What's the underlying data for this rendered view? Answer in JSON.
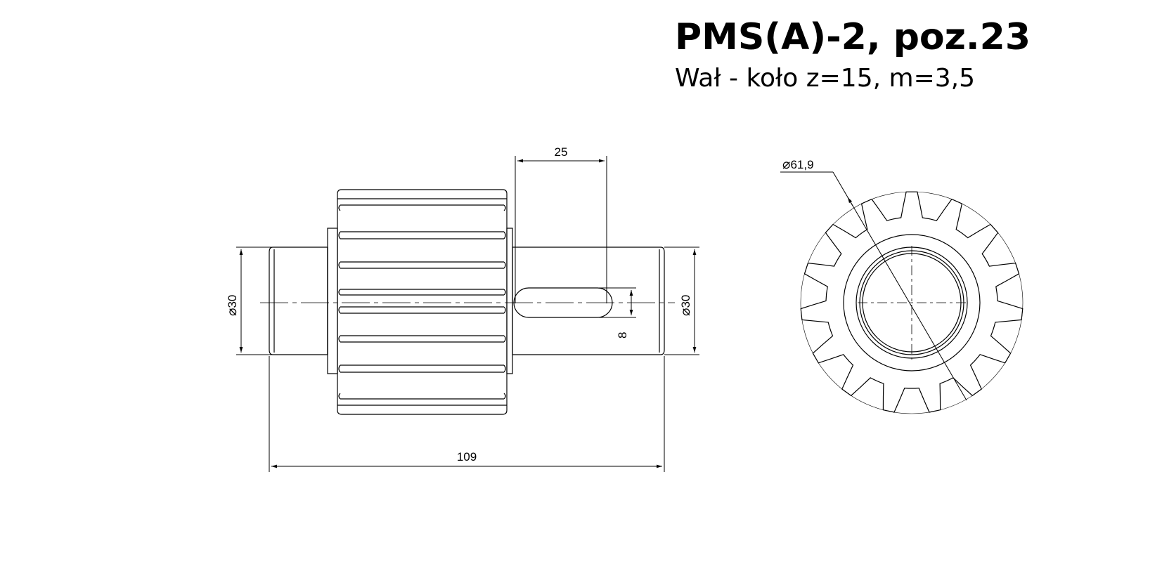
{
  "title": "PMS(A)-2, poz.23",
  "subtitle": "Wał - koło z=15, m=3,5",
  "dimensions": {
    "shaft_left_diameter": "30",
    "shaft_right_diameter": "30",
    "keyway_length": "25",
    "keyway_width": "8",
    "overall_length": "109",
    "gear_tip_diameter": "61,9"
  },
  "gear": {
    "teeth": 15
  },
  "colors": {
    "line": "#000000",
    "background": "#ffffff"
  }
}
